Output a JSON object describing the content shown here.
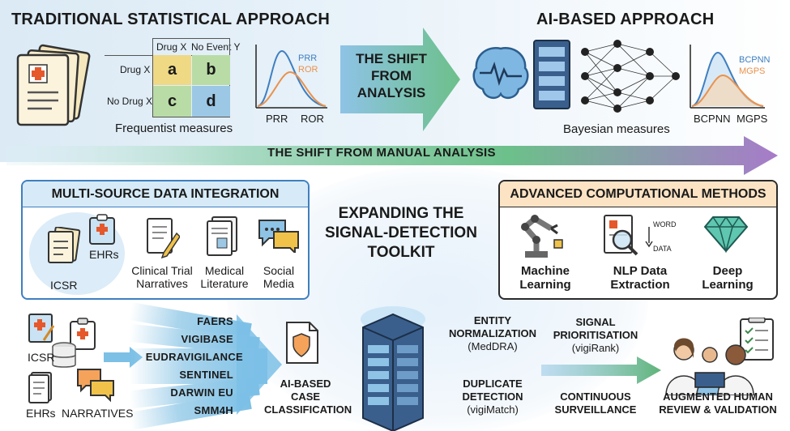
{
  "traditional": {
    "title": "TRADITIONAL STATISTICAL APPROACH",
    "table": {
      "col_headers": [
        "Drug X",
        "No Event Y"
      ],
      "row_headers": [
        "Drug X",
        "No Drug X"
      ],
      "cells": [
        "a",
        "b",
        "c",
        "d"
      ]
    },
    "caption": "Frequentist measures",
    "chart_legend": [
      "PRR",
      "ROR"
    ],
    "chart_axis": [
      "PRR",
      "ROR"
    ]
  },
  "shift_arrow": {
    "line1": "THE SHIFT",
    "line2": "FROM",
    "line3": "ANALYSIS"
  },
  "ai": {
    "title": "AI-BASED APPROACH",
    "caption": "Bayesian measures",
    "chart_legend": [
      "BCPNN",
      "MGPS"
    ],
    "chart_axis": [
      "BCPNN",
      "MGPS"
    ]
  },
  "banner": {
    "text": "THE SHIFT FROM MANUAL ANALYSIS"
  },
  "multi_source": {
    "title": "MULTI-SOURCE DATA INTEGRATION",
    "items": [
      "ICSR",
      "EHRs",
      "Clinical Trial Narratives",
      "Medical Literature",
      "Social Media"
    ]
  },
  "center_title": {
    "line1": "EXPANDING THE",
    "line2": "SIGNAL-DETECTION",
    "line3": "TOOLKIT"
  },
  "advanced": {
    "title": "ADVANCED COMPUTATIONAL METHODS",
    "items": [
      "Machine Learning",
      "NLP Data Extraction",
      "Deep Learning"
    ],
    "nlp_labels": [
      "WORD",
      "DATA"
    ]
  },
  "pipeline": {
    "inputs": [
      "ICSR",
      "EHRs",
      "NARRATIVES"
    ],
    "sources": [
      "FAERS",
      "VIGIBASE",
      "EUDRAVIGILANCE",
      "SENTINEL",
      "DARWIN EU",
      "SMM4H"
    ],
    "classification": "AI-BASED CASE CLASSIFICATION",
    "entity": {
      "title": "ENTITY NORMALIZATION",
      "sub": "(MedDRA)"
    },
    "duplicate": {
      "title": "DUPLICATE DETECTION",
      "sub": "(vigiMatch)"
    },
    "signal": {
      "title": "SIGNAL PRIORITISATION",
      "sub": "(vigiRank)"
    },
    "continuous": "CONTINUOUS SURVEILLANCE",
    "review": "AUGMENTED HUMAN REVIEW & VALIDATION"
  },
  "colors": {
    "cell_a": "#efd985",
    "cell_b": "#b9dca6",
    "cell_c": "#b9dca6",
    "cell_d": "#9cc8e6",
    "multi_source_header": "#d6ebf7",
    "advanced_header": "#fbe3c4",
    "curve_blue": "#3f7fc0",
    "curve_orange": "#e9924d"
  }
}
